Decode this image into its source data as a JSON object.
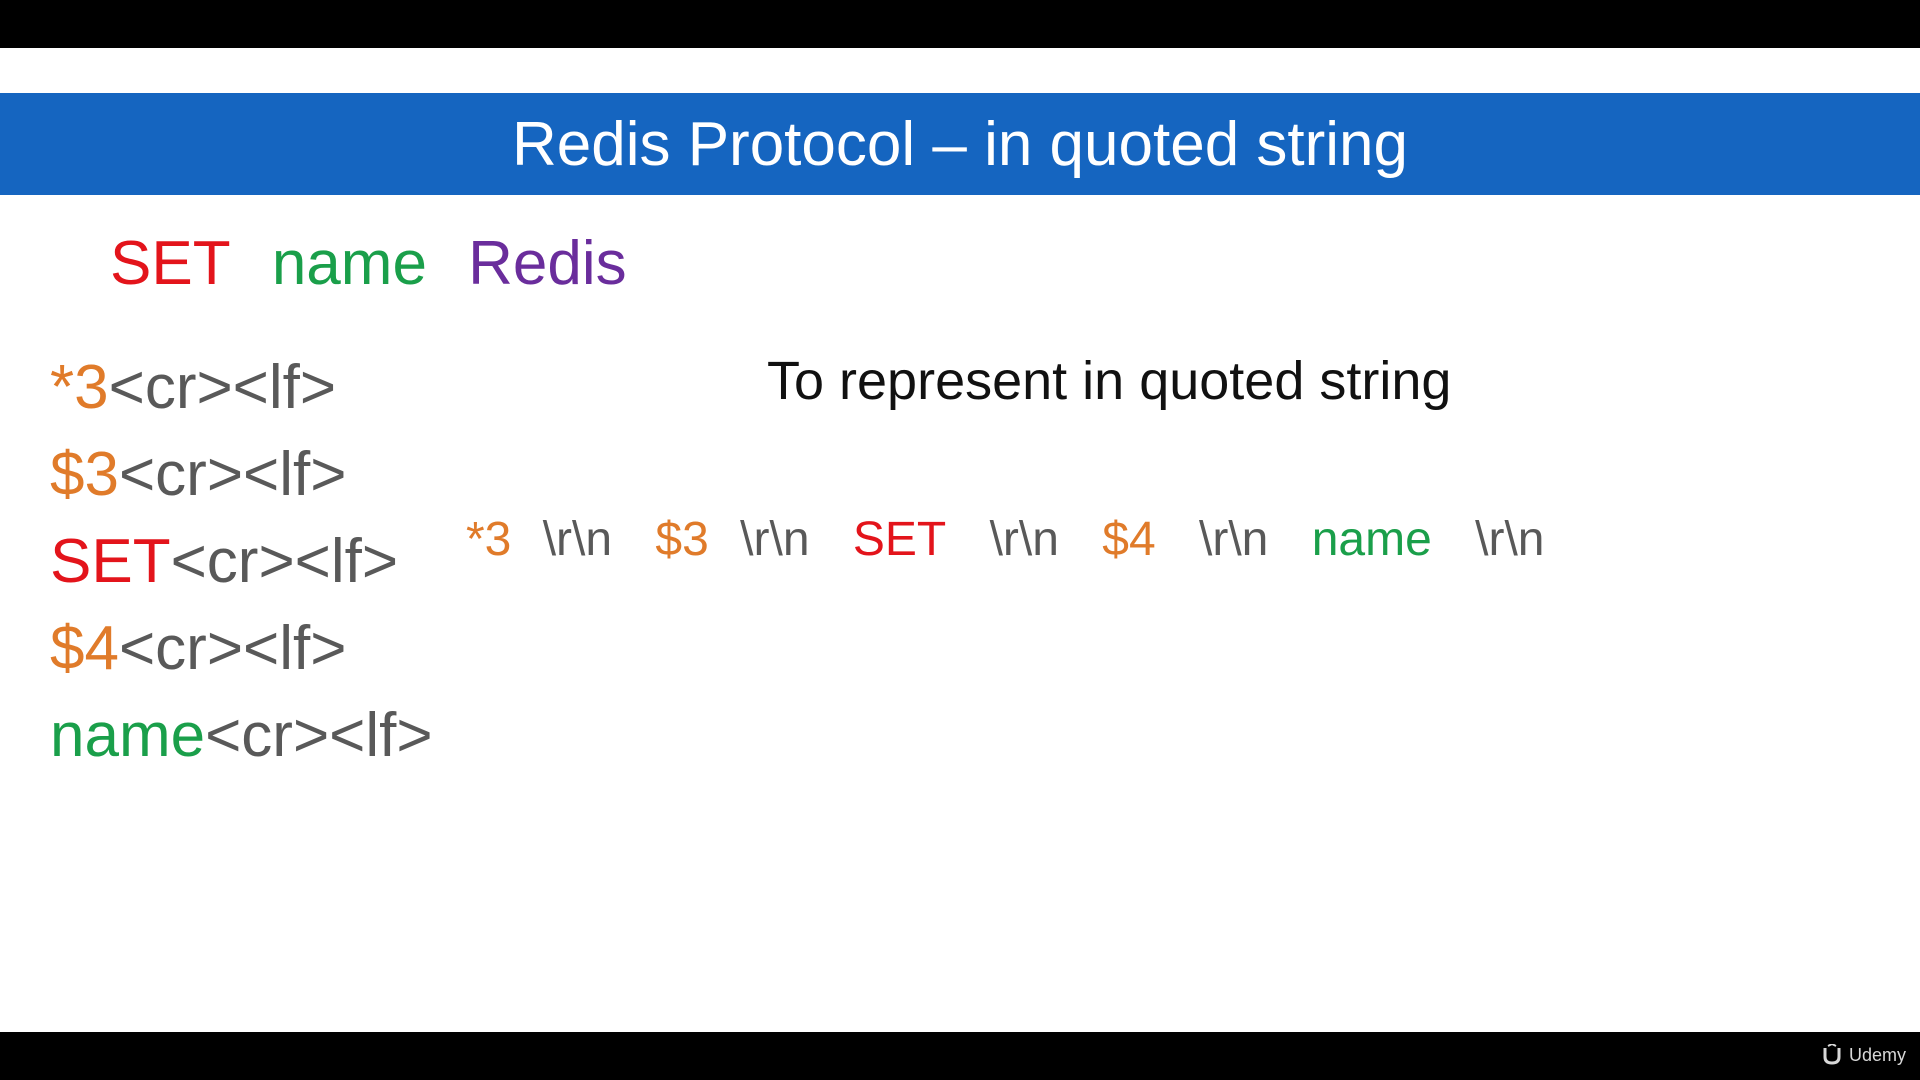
{
  "slide": {
    "title": "Redis Protocol – in quoted string",
    "command": {
      "verb": "SET",
      "key": "name",
      "value": "Redis"
    },
    "protocol_lines": [
      {
        "prefix": "*3",
        "suffix": "<cr><lf>",
        "prefix_color": "orange"
      },
      {
        "prefix": "$3",
        "suffix": "<cr><lf>",
        "prefix_color": "orange"
      },
      {
        "prefix": "SET",
        "suffix": "<cr><lf>",
        "prefix_color": "red"
      },
      {
        "prefix": "$4",
        "suffix": "<cr><lf>",
        "prefix_color": "orange"
      },
      {
        "prefix": "name",
        "suffix": "<cr><lf>",
        "prefix_color": "green"
      }
    ],
    "quoted_heading": "To represent in quoted string",
    "quoted_tokens": [
      {
        "text": "*3",
        "color": "orange"
      },
      {
        "text": "\\r\\n",
        "color": "gray"
      },
      {
        "text": "$3",
        "color": "orange"
      },
      {
        "text": "\\r\\n",
        "color": "gray"
      },
      {
        "text": "SET",
        "color": "red"
      },
      {
        "text": "\\r\\n",
        "color": "gray"
      },
      {
        "text": "$4",
        "color": "orange"
      },
      {
        "text": "\\r\\n",
        "color": "gray"
      },
      {
        "text": "name",
        "color": "green"
      },
      {
        "text": "\\r\\n",
        "color": "gray"
      }
    ]
  },
  "watermark": {
    "brand": "Udemy",
    "icon": "udemy-logo-icon"
  },
  "colors": {
    "title_band": "#1565c0",
    "red": "#e3141b",
    "green": "#1a9f4a",
    "purple": "#6a2d9c",
    "orange": "#e07b2a",
    "gray": "#595959"
  }
}
